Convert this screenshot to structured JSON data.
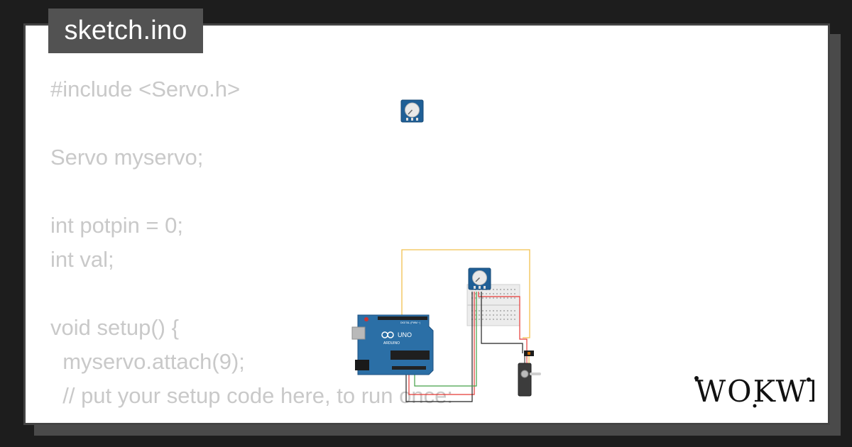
{
  "filename": "sketch.ino",
  "brand": "WOKWI",
  "code_lines": [
    "#include <Servo.h>",
    "",
    "Servo myservo;",
    "",
    "int potpin = 0;",
    "int val;",
    "",
    "void setup() {",
    "  myservo.attach(9);",
    "  // put your setup code here, to run once:"
  ],
  "board": {
    "model_label": "UNO",
    "brand_label": "ARDUINO",
    "digital_label": "DIGITAL (PWM ~)"
  },
  "colors": {
    "background": "#1d1d1d",
    "card": "#ffffff",
    "tab": "#525252",
    "code_text": "#c9c9c9",
    "board_blue": "#2b6fa6",
    "wire_yellow": "#f2c14e",
    "wire_red": "#e53935",
    "wire_green": "#43a047",
    "wire_black": "#222222"
  },
  "icons": [
    "potentiometer-icon",
    "arduino-uno-icon",
    "breadboard-icon",
    "servo-icon",
    "wokwi-logo"
  ]
}
